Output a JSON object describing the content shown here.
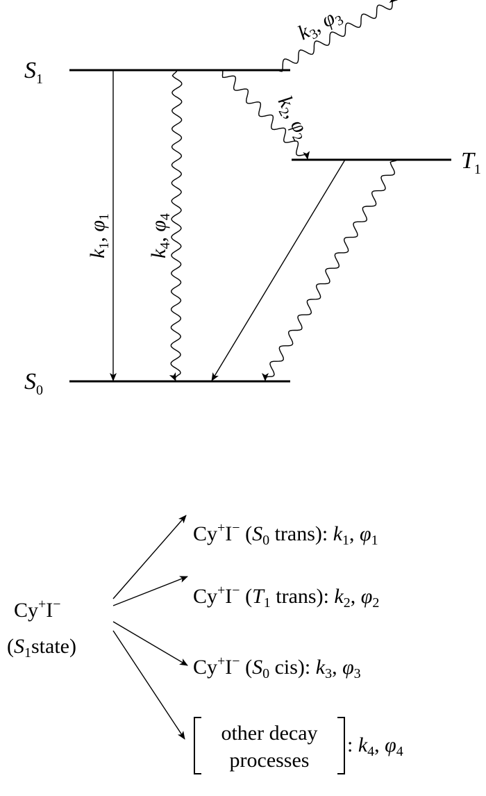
{
  "levels": {
    "s1": {
      "base": "S",
      "sub": "1"
    },
    "t1": {
      "base": "T",
      "sub": "1"
    },
    "s0": {
      "base": "S",
      "sub": "0"
    }
  },
  "transitions": [
    {
      "id": "k1",
      "k": "k",
      "ki": "1",
      "sep": ", ",
      "phi": "φ",
      "pi": "1",
      "style": "straight"
    },
    {
      "id": "k2",
      "k": "k",
      "ki": "2",
      "sep": ", ",
      "phi": "φ",
      "pi": "2",
      "style": "wavy"
    },
    {
      "id": "k3",
      "k": "k",
      "ki": "3",
      "sep": ", ",
      "phi": "φ",
      "pi": "3",
      "style": "wavy"
    },
    {
      "id": "k4",
      "k": "k",
      "ki": "4",
      "sep": ", ",
      "phi": "φ",
      "pi": "4",
      "style": "wavy"
    }
  ],
  "scheme": {
    "source": {
      "cy": "Cy",
      "plus": "+",
      "i": "I",
      "minus": "−",
      "line2_open": "(",
      "state_s": "S",
      "state_sub": "1",
      "line2_rest": "state)"
    },
    "products": [
      {
        "cy": "Cy",
        "plus": "+",
        "i": "I",
        "minus": "−",
        "open": " (",
        "st": "S",
        "st_sub": "0",
        "rest": " trans): ",
        "k": "k",
        "ki": "1",
        "sep": ", ",
        "phi": "φ",
        "pi": "1"
      },
      {
        "cy": "Cy",
        "plus": "+",
        "i": "I",
        "minus": "−",
        "open": " (",
        "st": "T",
        "st_sub": "1",
        "rest": " trans): ",
        "k": "k",
        "ki": "2",
        "sep": ", ",
        "phi": "φ",
        "pi": "2"
      },
      {
        "cy": "Cy",
        "plus": "+",
        "i": "I",
        "minus": "−",
        "open": " (",
        "st": "S",
        "st_sub": "0",
        "rest": " cis): ",
        "k": "k",
        "ki": "3",
        "sep": ", ",
        "phi": "φ",
        "pi": "3"
      }
    ],
    "other": {
      "line1": "other decay",
      "line2": "processes",
      "colon": ": ",
      "k": "k",
      "ki": "4",
      "sep": ", ",
      "phi": "φ",
      "pi": "4"
    }
  }
}
